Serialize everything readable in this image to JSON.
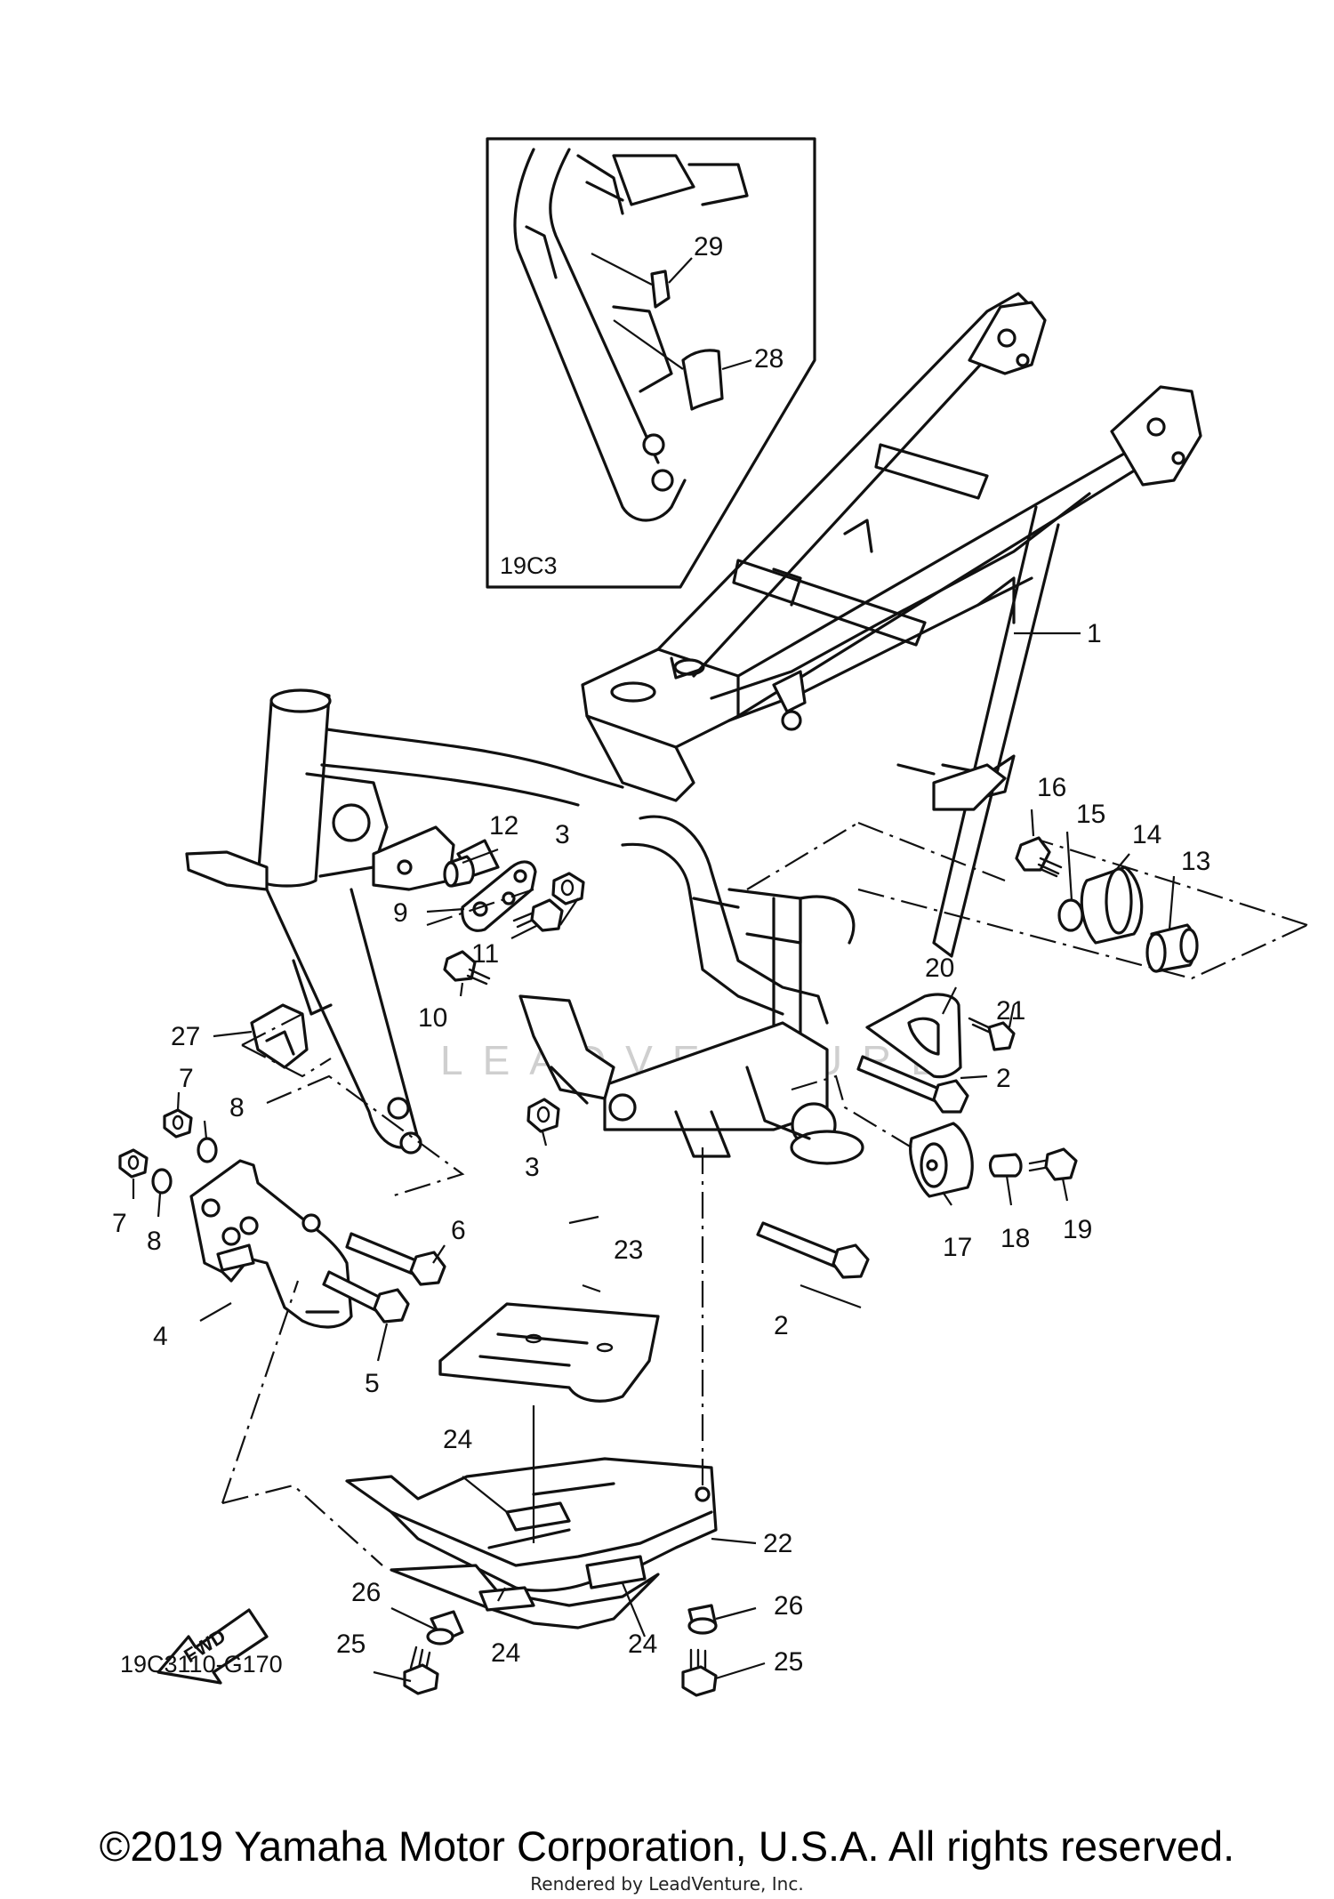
{
  "callouts": {
    "c1": "1",
    "c2a": "2",
    "c2b": "2",
    "c3a": "3",
    "c3b": "3",
    "c4": "4",
    "c5": "5",
    "c6": "6",
    "c7a": "7",
    "c7b": "7",
    "c8a": "8",
    "c8b": "8",
    "c9": "9",
    "c10": "10",
    "c11": "11",
    "c12": "12",
    "c13": "13",
    "c14": "14",
    "c15": "15",
    "c16": "16",
    "c17": "17",
    "c18": "18",
    "c19": "19",
    "c20": "20",
    "c21": "21",
    "c22": "22",
    "c23": "23",
    "c24a": "24",
    "c24b": "24",
    "c24c": "24",
    "c25a": "25",
    "c25b": "25",
    "c26a": "26",
    "c26b": "26",
    "c27": "27",
    "c28": "28",
    "c29": "29"
  },
  "inset_label": "19C3",
  "fwd_label": "FWD",
  "diagram_code": "19C3110-G170",
  "watermark": "LEADVENTURE",
  "footer": {
    "copyright": "©2019 Yamaha Motor Corporation, U.S.A. All rights reserved.",
    "rendered_by": "Rendered by LeadVenture, Inc."
  }
}
